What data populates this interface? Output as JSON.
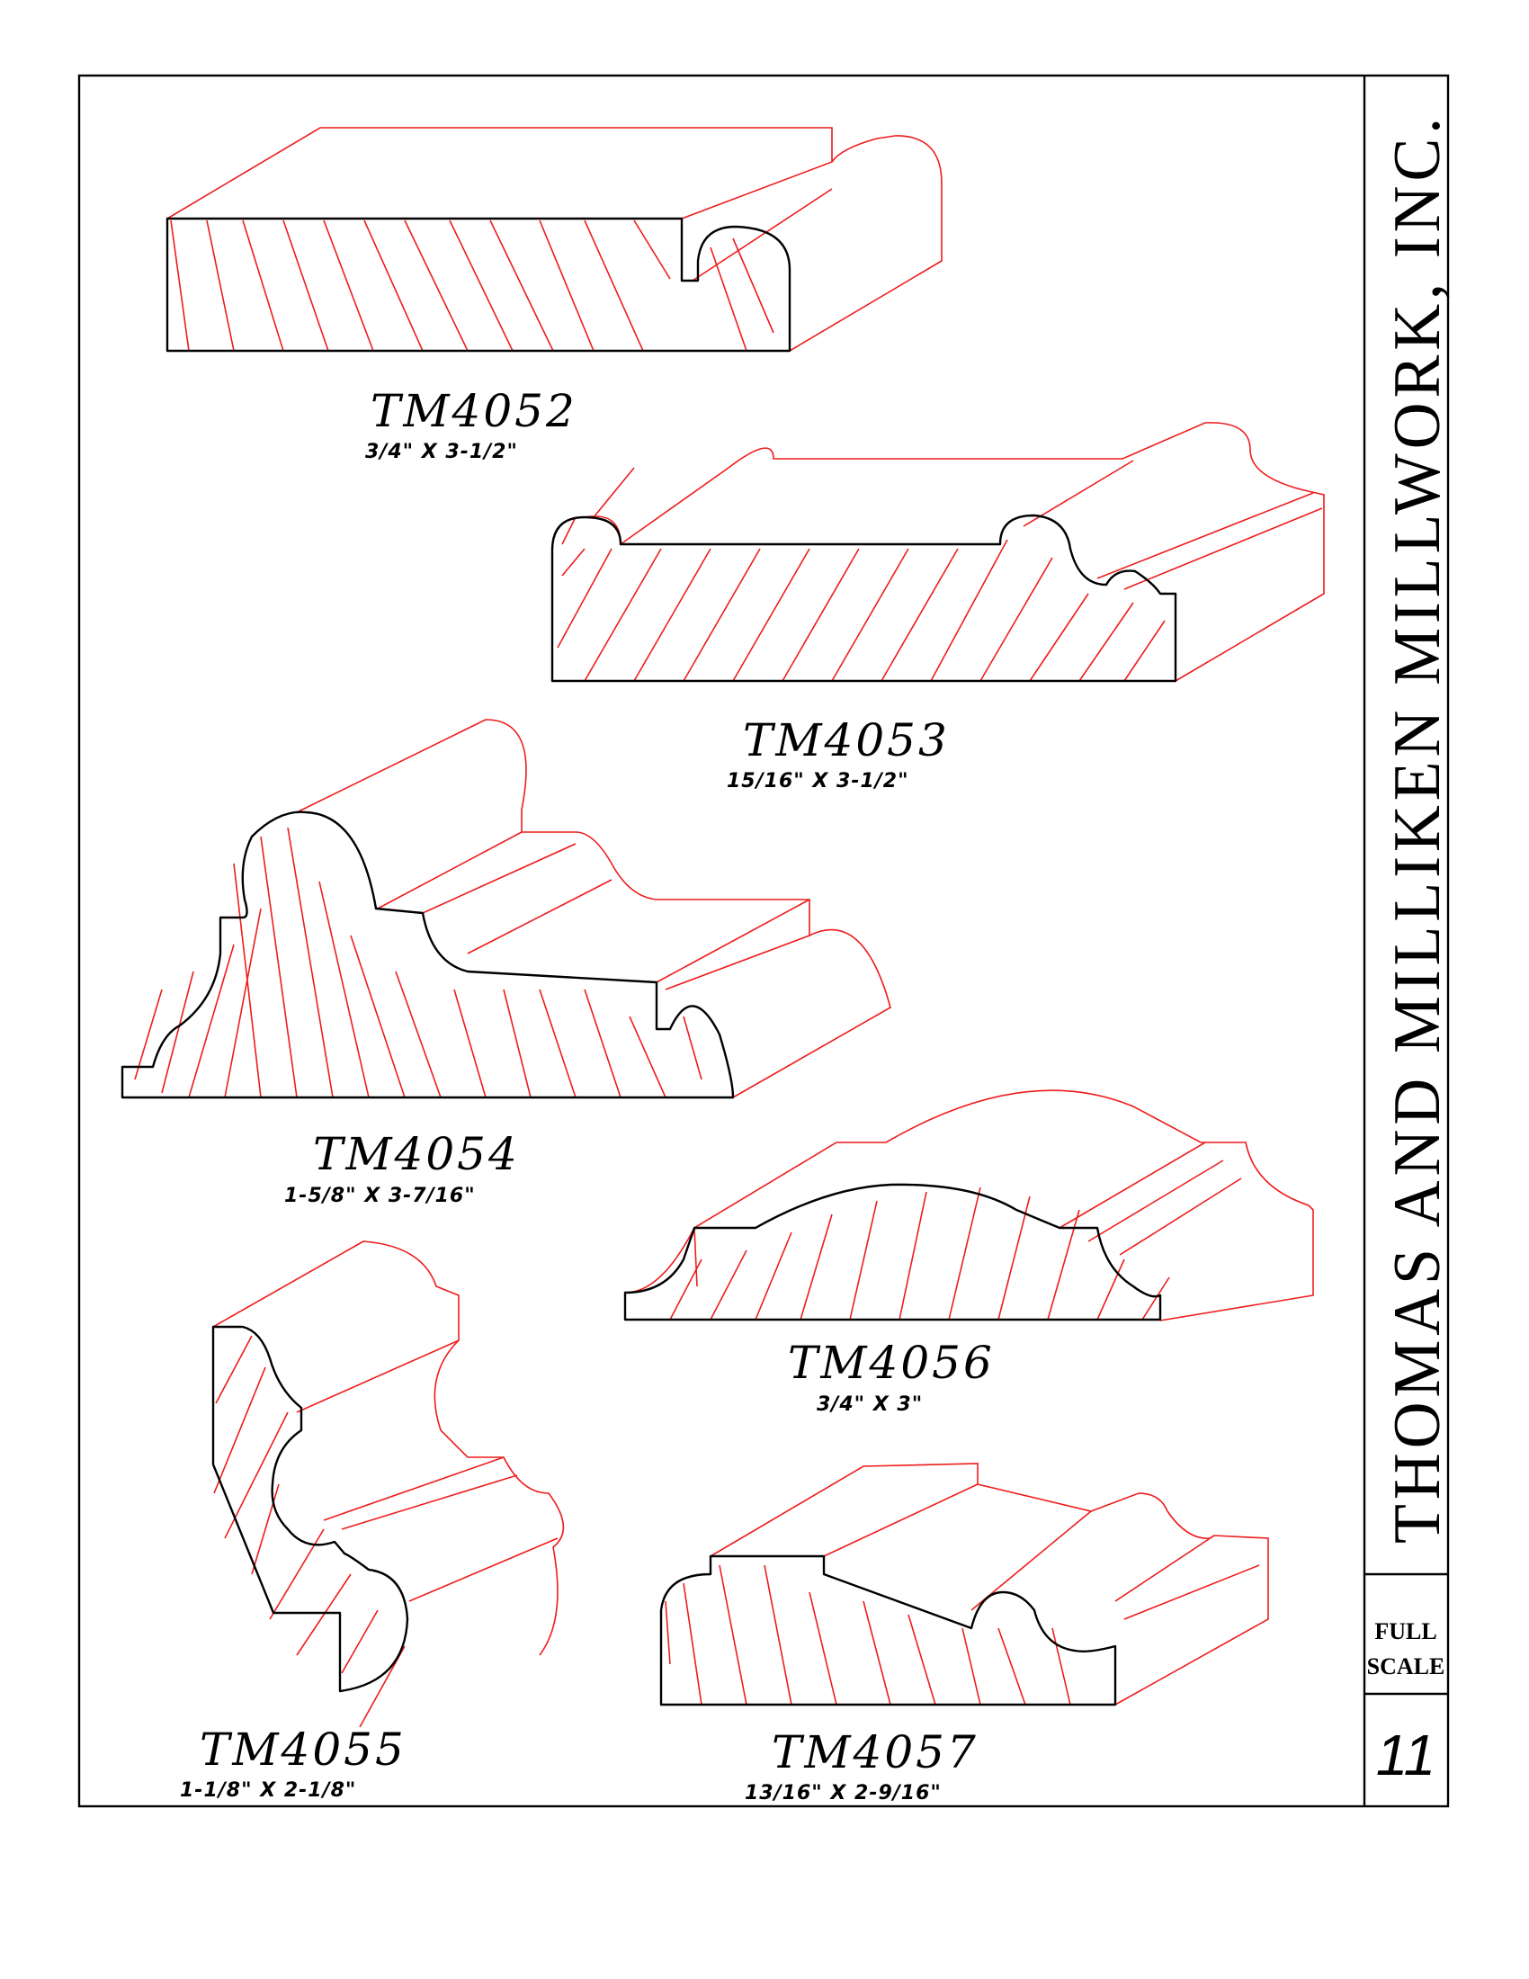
{
  "company": "THOMAS AND MILLIKEN MILLWORK, INC.",
  "scale_label": [
    "FULL",
    "SCALE"
  ],
  "page_number": "11",
  "profiles": [
    {
      "model": "TM4052",
      "dims": "3/4\"  X  3-1/2\""
    },
    {
      "model": "TM4053",
      "dims": "15/16\"  X  3-1/2\""
    },
    {
      "model": "TM4054",
      "dims": "1-5/8\"  X  3-7/16\""
    },
    {
      "model": "TM4055",
      "dims": "1-1/8\"  X  2-1/8\""
    },
    {
      "model": "TM4056",
      "dims": "3/4\"  X  3\""
    },
    {
      "model": "TM4057",
      "dims": "13/16\"  X  2-9/16\""
    }
  ]
}
